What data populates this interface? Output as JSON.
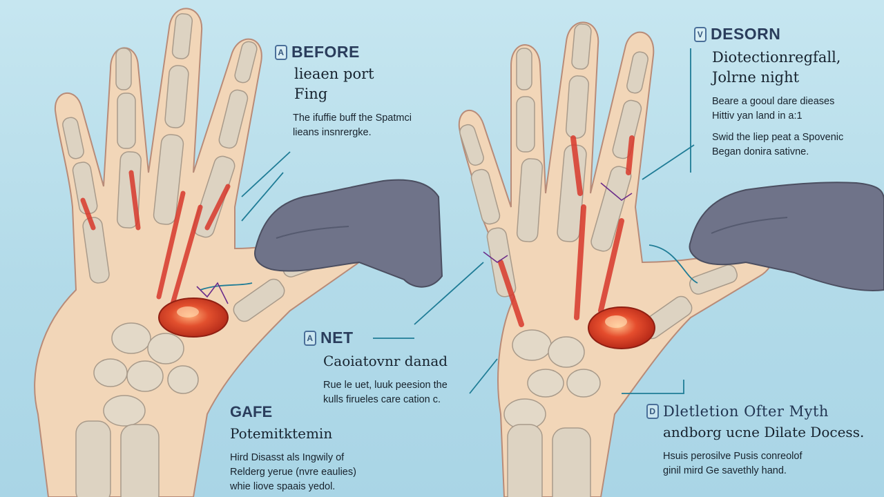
{
  "panels": {
    "before": {
      "badge": "A",
      "title": "BEFORE",
      "subtitle_1": "lieaen port",
      "subtitle_2": "Fing",
      "body_1": "The ifuffie buff the Spatmci",
      "body_2": "lieans insnrergke."
    },
    "desorn": {
      "badge": "V",
      "title": "DESORN",
      "subtitle_1": "Diotectionregfall,",
      "subtitle_2": "Jolrne night",
      "body_1": "Beare a gooul dare dieases",
      "body_2": "Hittiv yan land in a:1",
      "body_3": "Swid the liep peat a Spovenic",
      "body_4": "Began donira sativne."
    },
    "net": {
      "badge": "A",
      "title": "NET",
      "subtitle": "Caoiatovnr danad",
      "body_1": "Rue le uet, luuk peesion the",
      "body_2": "kulls firueles care cation c."
    },
    "gafe": {
      "title": "GAFE",
      "subtitle": "Potemitktemin",
      "body_1": "Hird Disasst als Ingwily of",
      "body_2": "Relderg yerue (nvre eaulies)",
      "body_3": "whie liove spaais yedol."
    },
    "deletion": {
      "badge": "D",
      "title_1": "Dletletion Ofter Myth",
      "title_2": "andborg ucne Dilate Docess.",
      "body_1": "Hsuis perosilve Pusis conreolof",
      "body_2": "ginil mird Ge savethly hand."
    }
  },
  "icons": [
    "left-skeletal-hand-illustration",
    "right-skeletal-hand-illustration",
    "left-gloved-hand-icon",
    "right-gloved-hand-icon",
    "left-lesion-icon",
    "right-lesion-icon"
  ],
  "colors": {
    "background": "#b8deec",
    "skin": "#f2d6b8",
    "bone": "#ddd3c2",
    "inflammation": "#d8382c",
    "glove": "#6f7389",
    "pointer_line": "#1f7c96",
    "heading": "#2a3d5c"
  }
}
